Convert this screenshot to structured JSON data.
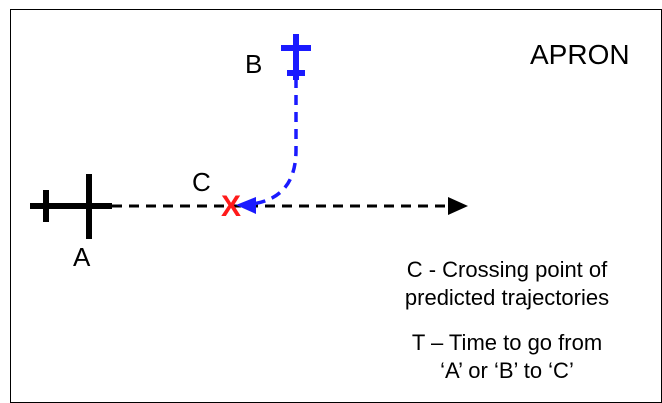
{
  "diagram": {
    "area_label": "APRON",
    "aircraft_a_label": "A",
    "aircraft_b_label": "B",
    "crossing_label": "C",
    "crossing_marker": "X",
    "notes": {
      "crossing_line1": "C - Crossing point of",
      "crossing_line2": "predicted trajectories",
      "time_line1": "T – Time to go from",
      "time_line2": "‘A’ or ‘B’ to ‘C’"
    },
    "colors": {
      "aircraft_a": "#000000",
      "aircraft_b": "#1a1aff",
      "crossing_marker": "#ff1a1a",
      "frame": "#000000",
      "text": "#000000"
    }
  }
}
